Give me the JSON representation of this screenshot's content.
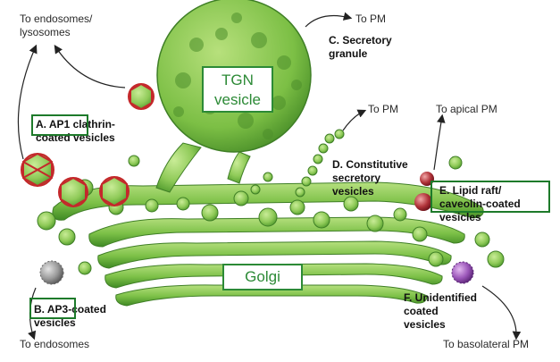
{
  "destinations": {
    "endo_lyso": "To endosomes/\nlysosomes",
    "pm_top": "To PM",
    "pm_mid": "To PM",
    "apical": "To apical PM",
    "endosomes": "To endosomes",
    "basolateral": "To basolateral PM"
  },
  "pathways": {
    "ap1_letter": "A. AP1",
    "ap1_text": " clathrin-\ncoated vesicles",
    "ap3_letter": "B. AP3",
    "ap3_text": "-coated\nvesicles",
    "secretory": "C. Secretory\ngranule",
    "constitutive": "D. Constitutive\nsecretory\nvesicles",
    "lipid_raft": "E. Lipid raft/\ncaveolin-coated\nvesicles",
    "unidentified": "F. Unidentified\ncoated\nvesicles"
  },
  "callouts": {
    "tgn": "TGN\nvesicle",
    "golgi": "Golgi"
  },
  "colors": {
    "green_light": "#9fd36a",
    "green_mid": "#6fb23f",
    "green_dark": "#3f7f26",
    "clathrin_red": "#c4282b",
    "box_green": "#1d7a2a",
    "purple_vesicle": "#8a4aa8"
  }
}
